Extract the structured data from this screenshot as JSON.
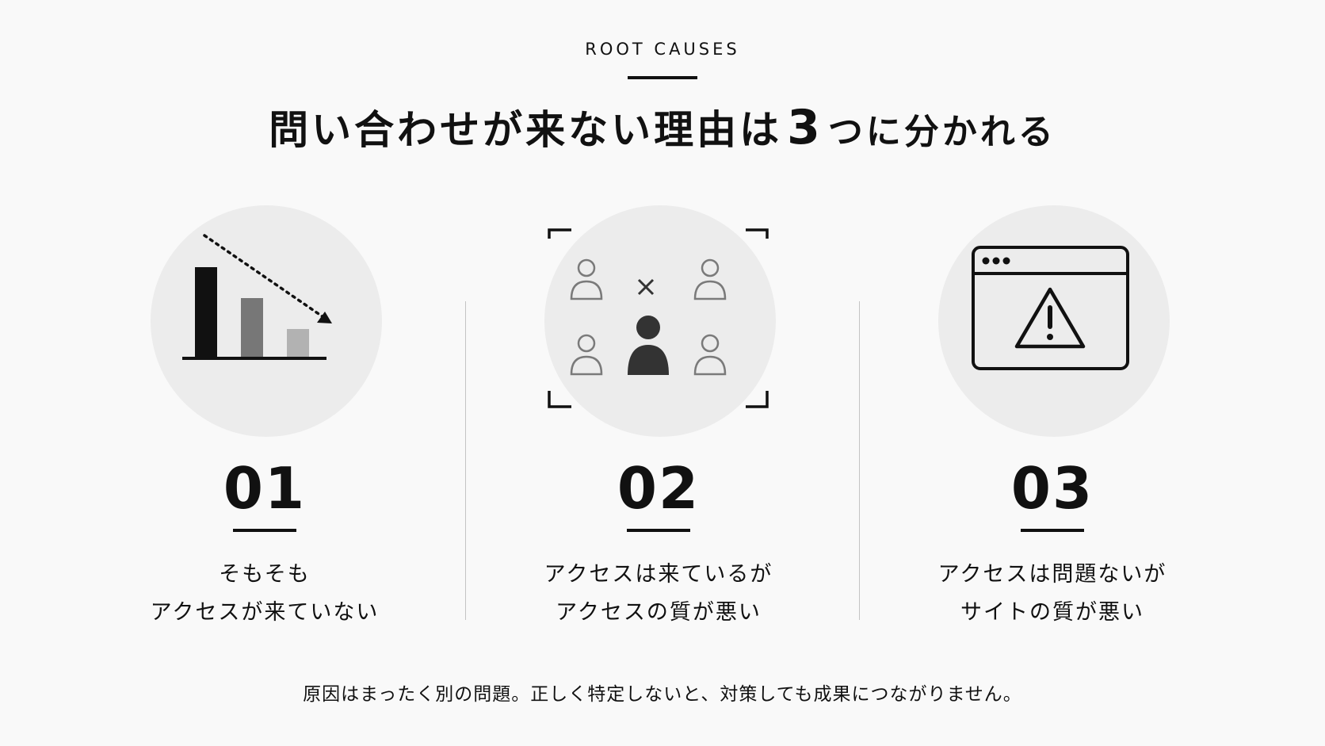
{
  "header": {
    "eyebrow": "ROOT CAUSES",
    "title_before": "問い合わせが来ない理由は",
    "title_number": "3",
    "title_after": "つに分かれる"
  },
  "causes": [
    {
      "number": "01",
      "line1": "そもそも",
      "line2": "アクセスが来ていない",
      "icon": "declining-bar-chart-icon"
    },
    {
      "number": "02",
      "line1": "アクセスは来ているが",
      "line2": "アクセスの質が悪い",
      "icon": "target-audience-icon"
    },
    {
      "number": "03",
      "line1": "アクセスは問題ないが",
      "line2": "サイトの質が悪い",
      "icon": "browser-warning-icon"
    }
  ],
  "footer": {
    "text": "原因はまったく別の問題。正しく特定しないと、対策しても成果につながりません。"
  },
  "colors": {
    "background": "#f9f9f9",
    "circle": "#ececec",
    "text": "#111111",
    "bar_dark": "#111111",
    "bar_mid": "#777777",
    "bar_light": "#b2b2b2",
    "divider": "#c4c4c4"
  }
}
